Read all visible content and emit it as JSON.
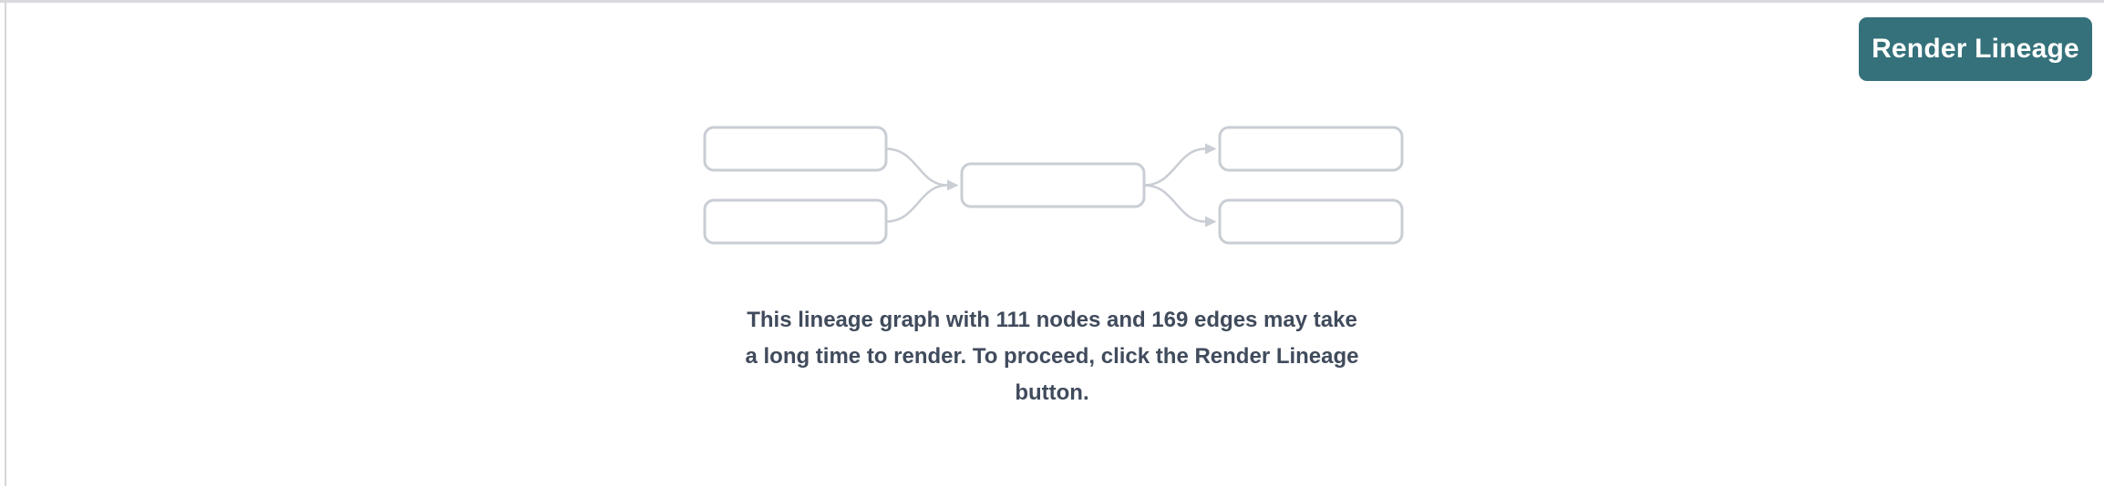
{
  "page": {
    "background_color": "#ffffff",
    "top_border_color": "#d9d9dd",
    "left_border_color": "#d6d6da"
  },
  "toolbar": {
    "render_button_label": "Render Lineage",
    "render_button_color": "#35717a",
    "render_button_text_color": "#ffffff"
  },
  "placeholder": {
    "diagram": {
      "icon": "lineage-graph-placeholder-icon",
      "box_border_color": "#c9cdd4",
      "box_fill_color": "#ffffff",
      "edge_color": "#c9cdd4"
    },
    "message": {
      "text": "This lineage graph with 111 nodes and 169 edges may take a long time to render. To proceed, click the Render Lineage button.",
      "lines": [
        "This lineage graph with 111 nodes and 169 edges may take",
        "a long time to render. To proceed, click the Render Lineage",
        "button."
      ],
      "node_count": "111",
      "edge_count": "169",
      "text_color": "#404b5c"
    }
  }
}
